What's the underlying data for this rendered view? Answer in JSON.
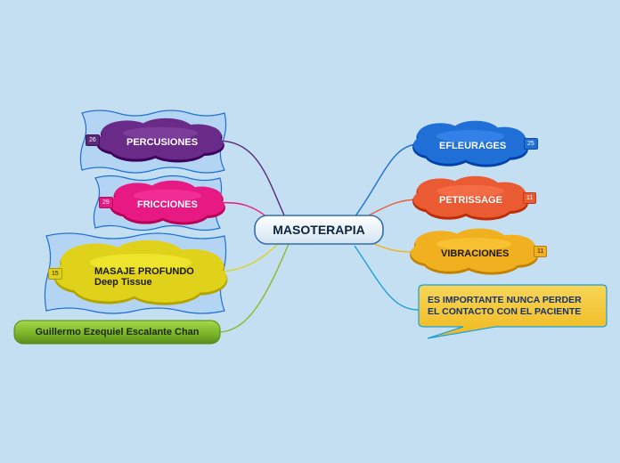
{
  "central_topic": "MASOTERAPIA",
  "right_topics": [
    {
      "label": "EFLEURAGES",
      "badge": "25"
    },
    {
      "label": "PETRISSAGE",
      "badge": "11"
    },
    {
      "label": "VIBRACIONES",
      "badge": "11"
    }
  ],
  "left_topics": [
    {
      "label": "PERCUSIONES",
      "badge": "26"
    },
    {
      "label": "FRICCIONES",
      "badge": "29"
    },
    {
      "label": "MASAJE PROFUNDO",
      "label_line2": "Deep Tissue",
      "badge": "15"
    }
  ],
  "callout": {
    "line1": "ES IMPORTANTE NUNCA PERDER",
    "line2": "EL CONTACTO CON EL PACIENTE"
  },
  "author": "Guillermo Ezequiel Escalante Chan",
  "colors": {
    "background": "#c5dff2",
    "efleurages": "#1f6fd6",
    "petrissage": "#ea5a33",
    "vibraciones": "#f0b020",
    "percusiones": "#6a2a88",
    "fricciones": "#e61a82",
    "masaje": "#e0d21a",
    "callout": "#f2c42e",
    "author": "#7cb62a"
  }
}
